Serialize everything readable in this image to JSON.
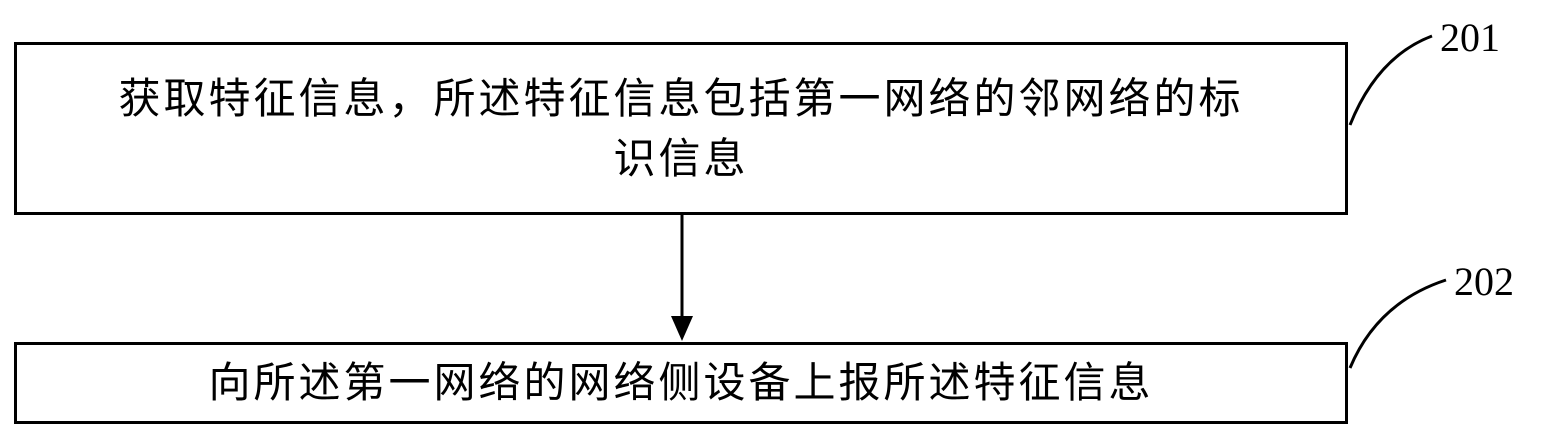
{
  "steps": [
    {
      "ref": "201",
      "lines": [
        "获取特征信息，所述特征信息包括第一网络的邻网络的标",
        "识信息"
      ]
    },
    {
      "ref": "202",
      "lines": [
        "向所述第一网络的网络侧设备上报所述特征信息"
      ]
    }
  ]
}
